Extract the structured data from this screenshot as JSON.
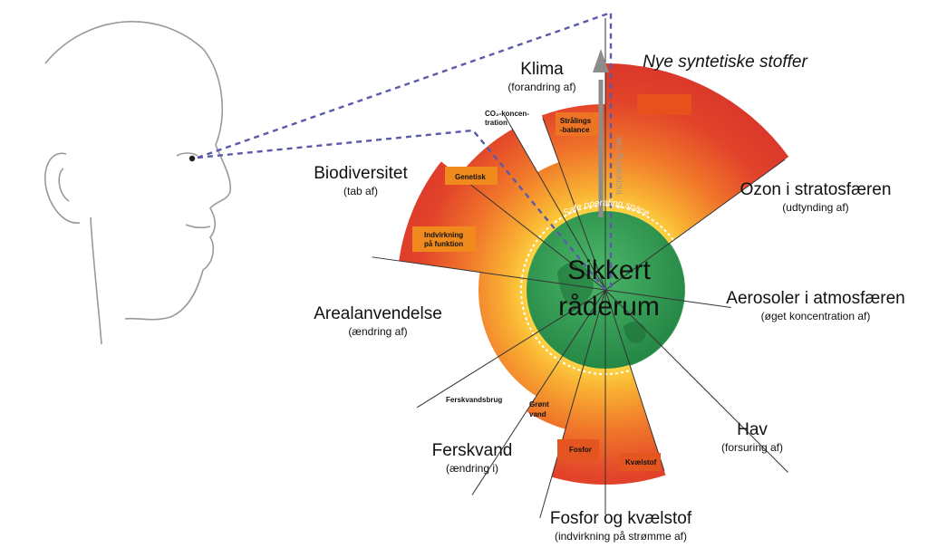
{
  "center": {
    "title_line1": "Sikkert",
    "title_line2": "råderum",
    "ring_text": "Safe operating space",
    "risk_arrow_text": "Increasing risk"
  },
  "boundaries": {
    "climate": {
      "title": "Klima",
      "subtitle": "(forandring af)",
      "sub_a_line1": "CO₂-koncen-",
      "sub_a_line2": "tration",
      "sub_b_line1": "Strålings",
      "sub_b_line2": "-balance"
    },
    "novel": {
      "title": "Nye syntetiske stoffer"
    },
    "ozone": {
      "title": "Ozon i stratosfæren",
      "subtitle": "(udtynding af)"
    },
    "aerosols": {
      "title": "Aerosoler i atmosfæren",
      "subtitle": "(øget koncentration af)"
    },
    "ocean": {
      "title": "Hav",
      "subtitle": "(forsuring af)"
    },
    "nutrients": {
      "title": "Fosfor og kvælstof",
      "subtitle": "(indvirkning på strømme af)",
      "sub_a": "Fosfor",
      "sub_b": "Kvælstof"
    },
    "freshwater": {
      "title": "Ferskvand",
      "subtitle": "(ændring i)",
      "sub_a": "Ferskvandsbrug",
      "sub_b_line1": "Grønt",
      "sub_b_line2": "vand"
    },
    "land": {
      "title": "Arealanvendelse",
      "subtitle": "(ændring af)"
    },
    "biodiversity": {
      "title": "Biodiversitet",
      "subtitle": "(tab af)",
      "sub_a": "Genetisk",
      "sub_b_line1": "Indvirkning",
      "sub_b_line2": "på funktion"
    }
  },
  "colors": {
    "safe_green": "#2e9a4e",
    "band_orange": "#f39c2a",
    "band_red": "#e0402a",
    "label_box": "#f08a1c",
    "sight_line": "#5a5aa8",
    "grey_zone": "#d6d6d6"
  }
}
